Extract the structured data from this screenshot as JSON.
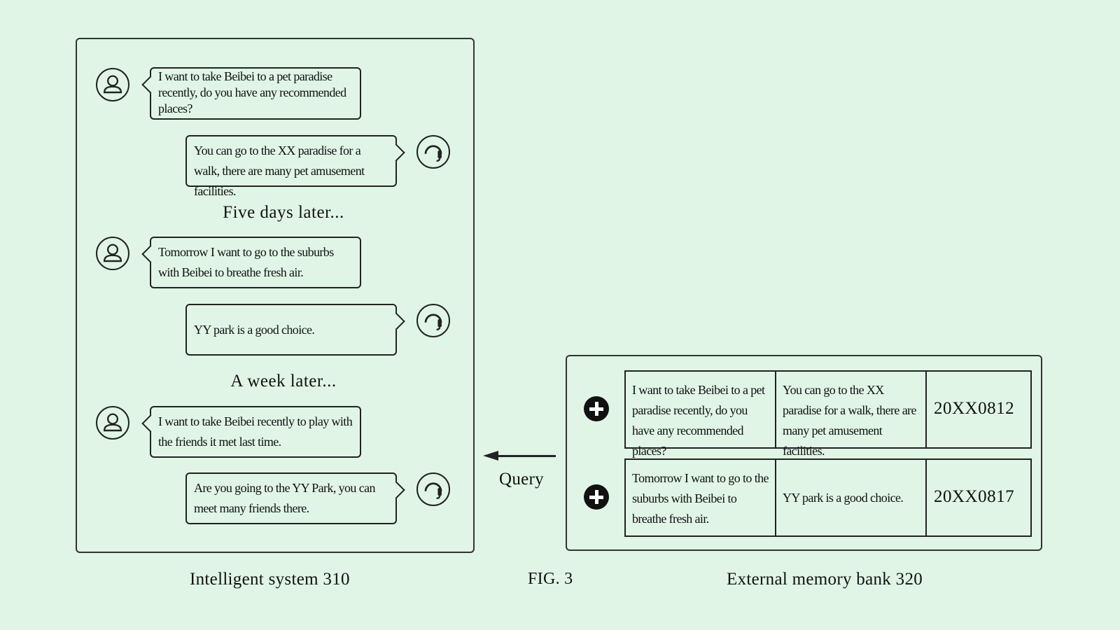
{
  "figure": {
    "caption": "FIG. 3",
    "left_label": "Intelligent system 310",
    "right_label": "External memory bank 320",
    "arrow_label": "Query"
  },
  "conversation": [
    {
      "role": "user",
      "text": "I want to take Beibei to a pet paradise recently, do you have any recommended places?"
    },
    {
      "role": "assistant",
      "text": "You can go to the XX paradise for a walk, there are many pet amusement facilities."
    },
    {
      "role": "interlude",
      "text": "Five days later..."
    },
    {
      "role": "user",
      "text": "Tomorrow I want to go to the suburbs with Beibei to breathe fresh air."
    },
    {
      "role": "assistant",
      "text": "YY park is a good choice."
    },
    {
      "role": "interlude",
      "text": "A week later..."
    },
    {
      "role": "user",
      "text": "I want to take Beibei recently to play with the friends it met last time."
    },
    {
      "role": "assistant",
      "text": "Are you going to the YY Park, you can meet many friends there."
    }
  ],
  "memory": [
    {
      "query": "I want to take Beibei to a pet paradise recently, do you have any recommended places?",
      "response": "You can go to the XX paradise for a walk, there are many pet amusement facilities.",
      "date": "20XX0812"
    },
    {
      "query": "Tomorrow I want to go to the suburbs with Beibei to breathe fresh air.",
      "response": "YY park is a good choice.",
      "date": "20XX0817"
    }
  ],
  "icons": {
    "user": "user-avatar-icon",
    "assistant": "headset-icon",
    "add": "plus-circle-icon"
  }
}
